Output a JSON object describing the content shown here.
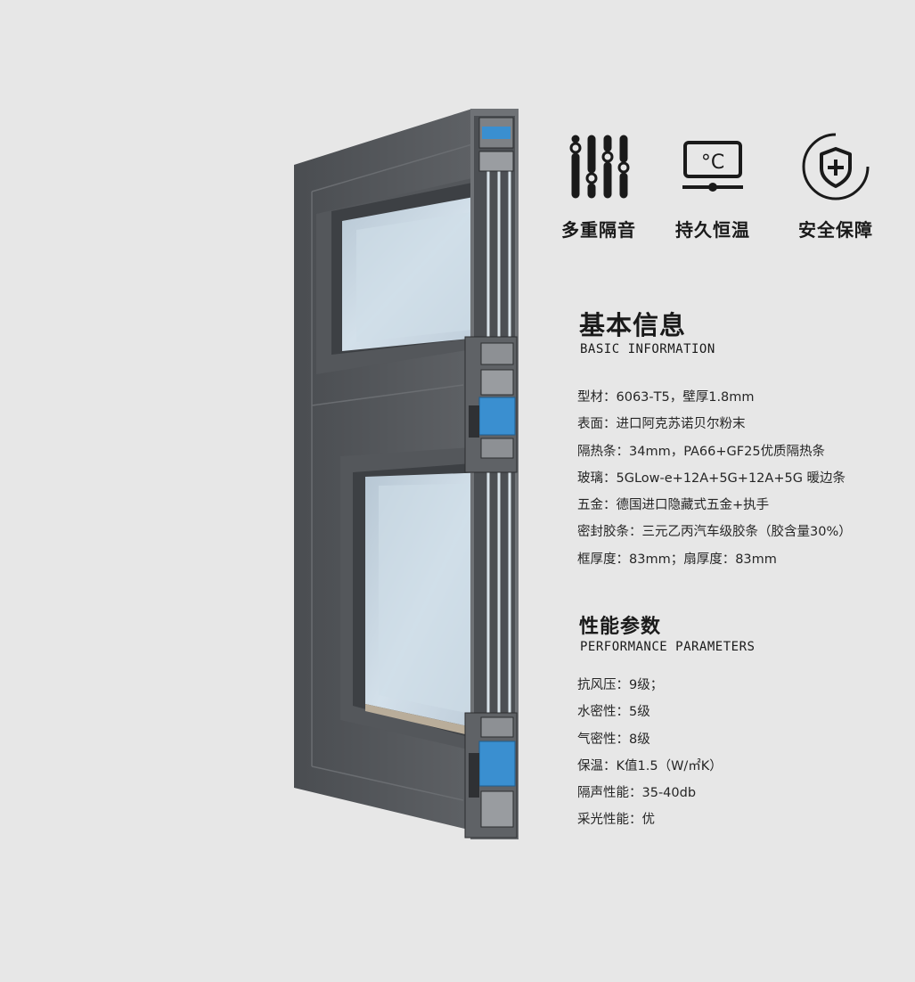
{
  "features": [
    {
      "icon": "equalizer-icon",
      "label": "多重隔音"
    },
    {
      "icon": "thermometer-celsius-icon",
      "label": "持久恒温"
    },
    {
      "icon": "shield-plus-icon",
      "label": "安全保障"
    }
  ],
  "basic_info": {
    "title": "基本信息",
    "subtitle": "BASIC INFORMATION",
    "items": [
      "型材：6063-T5，壁厚1.8mm",
      "表面：进口阿克苏诺贝尔粉末",
      "隔热条：34mm，PA66+GF25优质隔热条",
      "玻璃：5GLow-e+12A+5G+12A+5G 暖边条",
      "五金：德国进口隐藏式五金+执手",
      "密封胶条：三元乙丙汽车级胶条（胶含量30%）",
      "框厚度：83mm；扇厚度：83mm"
    ]
  },
  "performance": {
    "title": "性能参数",
    "subtitle": "PERFORMANCE PARAMETERS",
    "items": [
      "抗风压：9级；",
      "水密性：5级",
      "气密性：8级",
      "保温：K值1.5（W/㎡K）",
      "隔声性能：35-40db",
      "采光性能：优"
    ]
  },
  "colors": {
    "background": "#e7e7e7",
    "frame": "#55585c",
    "glass": "#c4d6e4",
    "thermal_break": "#3a8fd0",
    "text": "#1a1a1a"
  }
}
